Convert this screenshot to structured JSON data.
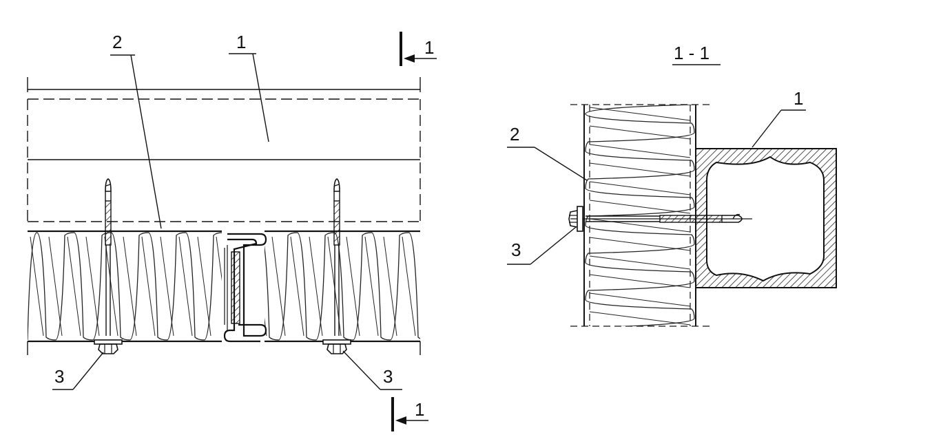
{
  "plan_view": {
    "callouts": {
      "profile": "1",
      "panel": "2",
      "screw_left": "3",
      "screw_right": "3"
    },
    "section_marks": {
      "top": "1",
      "bottom": "1"
    }
  },
  "section_view": {
    "title": "1 - 1",
    "callouts": {
      "profile": "1",
      "panel": "2",
      "screw": "3"
    }
  }
}
